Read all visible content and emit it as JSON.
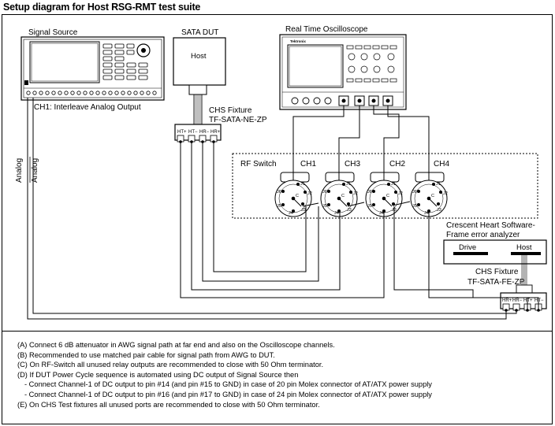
{
  "title": "Setup diagram for Host RSG-RMT test suite",
  "diagram": {
    "signal_source": {
      "label": "Signal Source",
      "output_label": "CH1: Interleave Analog Output"
    },
    "sata_dut": {
      "label": "SATA DUT",
      "host_label": "Host"
    },
    "oscilloscope": {
      "label": "Real Time Oscilloscope",
      "brand": "Tektronix"
    },
    "chs_fixture_near": {
      "label": "CHS Fixture",
      "part": "TF-SATA-NE-ZP",
      "ports": [
        "HT+",
        "HT−",
        "HR−",
        "HR+"
      ]
    },
    "rf_switch": {
      "label": "RF Switch",
      "channels": [
        "CH1",
        "CH3",
        "CH2",
        "CH4"
      ],
      "pins": [
        "J1",
        "J2",
        "J3",
        "J4",
        "J5",
        "J6",
        "C"
      ]
    },
    "analyzer": {
      "label_line1": "Crescent Heart Software-",
      "label_line2": "Frame error analyzer",
      "drive_label": "Drive",
      "host_label": "Host"
    },
    "chs_fixture_far": {
      "label": "CHS Fixture",
      "part": "TF-SATA-FE-ZP",
      "ports": [
        "HR+",
        "HR−",
        "HT+",
        "HT−"
      ]
    },
    "analog_label": "Analog",
    "analog_bar_label": "Analog"
  },
  "notes": [
    "(A) Connect 6 dB attenuator in AWG signal path at far end and also on the Oscilloscope channels.",
    "(B) Recommended to use matched pair cable for signal path from AWG to DUT.",
    "(C) On RF-Switch all unused relay outputs are recommended to close with 50 Ohm terminator.",
    "(D) If DUT Power Cycle sequence is automated using DC output of Signal Source then",
    "- Connect Channel-1 of DC output to pin #14 (and pin #15 to GND) in case of 20 pin Molex connector of AT/ATX power supply",
    "- Connect Channel-1 of DC output to pin #16 (and pin #17 to GND) in case of 24 pin Molex connector of AT/ATX power supply",
    "(E) On CHS Test fixtures all unused ports are recommended to close with 50 Ohm terminator."
  ]
}
